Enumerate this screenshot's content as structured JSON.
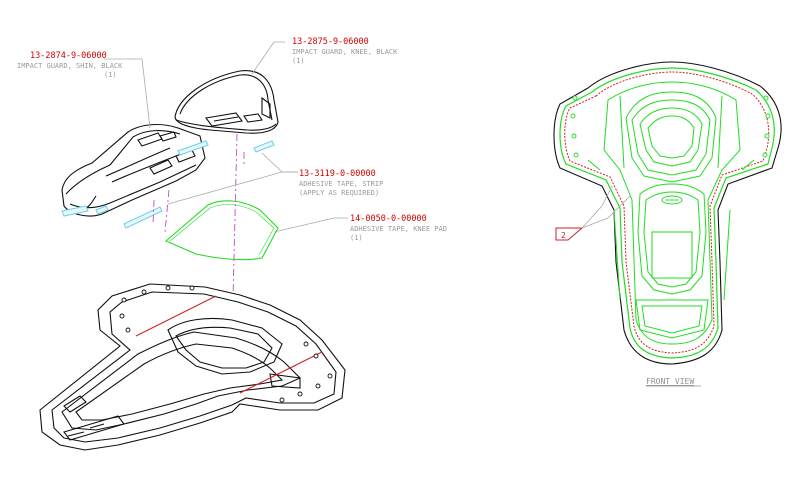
{
  "colors": {
    "line": "#111111",
    "part_number": "#d40000",
    "description": "#9a9a9a",
    "leader": "#aaaaaa",
    "tape": "#6ad0e8",
    "centerline": "#cc44cc",
    "pad_green": "#22dd22",
    "stitch_red": "#cc2222",
    "view_label": "#909090"
  },
  "callouts": [
    {
      "part_number": "13-2874-9-06000",
      "description": "IMPACT GUARD, SHIN, BLACK",
      "qty": "(1)"
    },
    {
      "part_number": "13-2875-9-06000",
      "description": "IMPACT GUARD, KNEE, BLACK",
      "qty": "(1)"
    },
    {
      "part_number": "13-3119-0-00000",
      "description": "ADHESIVE TAPE, STRIP",
      "qty": "(APPLY AS REQUIRED)"
    },
    {
      "part_number": "14-0050-0-00000",
      "description": "ADHESIVE TAPE, KNEE PAD",
      "qty": "(1)"
    }
  ],
  "front_view": {
    "label": "FRONT VIEW",
    "note_number": "2"
  }
}
